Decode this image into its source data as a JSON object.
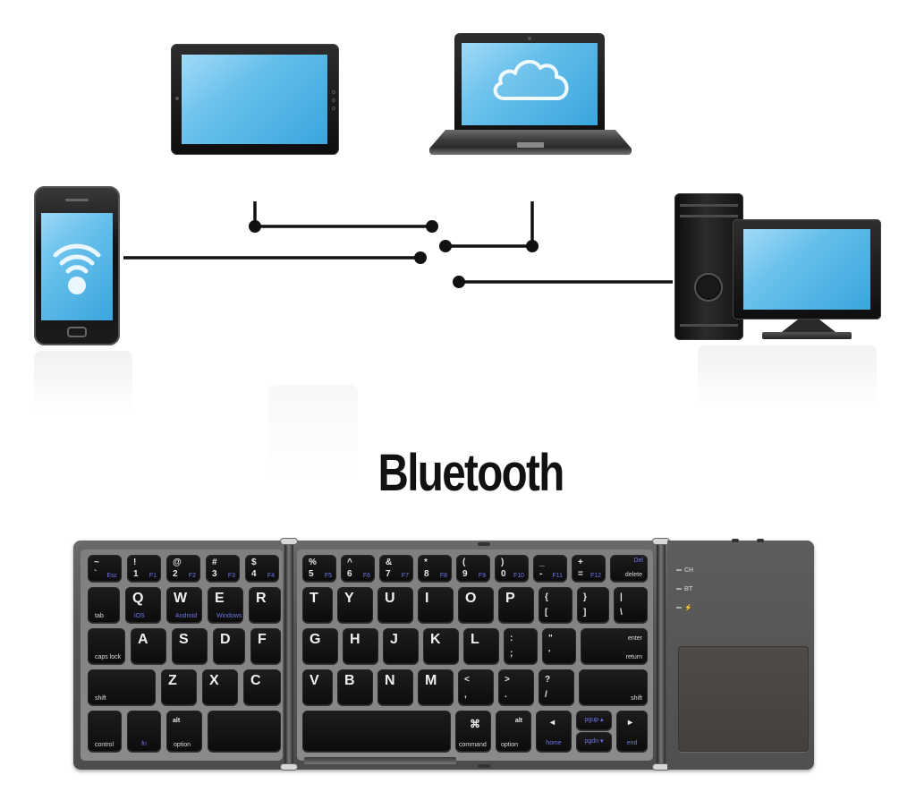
{
  "title": "Bluetooth",
  "colors": {
    "screen_blue": "#62bdea",
    "line_black": "#111111",
    "line_glow": "#2fb3f0",
    "keyboard_body": "#555555",
    "key_color": "#111111",
    "fn_label_blue": "#6f75e8",
    "touchpad": "#47433f"
  },
  "devices": [
    {
      "name": "smartphone",
      "screen_icon": "wifi-icon"
    },
    {
      "name": "tablet",
      "screen_icon": "none"
    },
    {
      "name": "laptop",
      "screen_icon": "cloud-icon"
    },
    {
      "name": "desktop-pc",
      "screen_icon": "none"
    }
  ],
  "keyboard": {
    "left_panel": {
      "row1": [
        {
          "top": "~",
          "bot": "`",
          "fn": "Esc"
        },
        {
          "top": "!",
          "bot": "1",
          "fn": "F1"
        },
        {
          "top": "@",
          "bot": "2",
          "fn": "F2"
        },
        {
          "top": "#",
          "bot": "3",
          "fn": "F3"
        },
        {
          "top": "$",
          "bot": "4",
          "fn": "F4"
        }
      ],
      "row2": [
        {
          "sub": "tab"
        },
        {
          "main": "Q",
          "blue": "iOS"
        },
        {
          "main": "W",
          "blue": "Android"
        },
        {
          "main": "E",
          "blue": "Windows"
        },
        {
          "main": "R"
        }
      ],
      "row3": [
        {
          "sub": "caps lock"
        },
        {
          "main": "A"
        },
        {
          "main": "S"
        },
        {
          "main": "D"
        },
        {
          "main": "F"
        }
      ],
      "row4": [
        {
          "sub": "shift"
        },
        {
          "main": "Z"
        },
        {
          "main": "X"
        },
        {
          "main": "C"
        }
      ],
      "row5": [
        {
          "sub": "control"
        },
        {
          "blue": "fn"
        },
        {
          "top": "alt",
          "sub": "option"
        },
        {
          "main": ""
        }
      ]
    },
    "mid_panel": {
      "row1": [
        {
          "top": "%",
          "bot": "5",
          "fn": "F5"
        },
        {
          "top": "^",
          "bot": "6",
          "fn": "F6"
        },
        {
          "top": "&",
          "bot": "7",
          "fn": "F7"
        },
        {
          "top": "*",
          "bot": "8",
          "fn": "F8"
        },
        {
          "top": "(",
          "bot": "9",
          "fn": "F9"
        },
        {
          "top": ")",
          "bot": "0",
          "fn": "F10"
        },
        {
          "top": "_",
          "bot": "-",
          "fn": "F11"
        },
        {
          "top": "+",
          "bot": "=",
          "fn": "F12"
        },
        {
          "sub_r": "delete",
          "fn": "Del"
        }
      ],
      "row2": [
        {
          "main": "T"
        },
        {
          "main": "Y"
        },
        {
          "main": "U"
        },
        {
          "main": "I"
        },
        {
          "main": "O"
        },
        {
          "main": "P"
        },
        {
          "top": "{",
          "bot": "["
        },
        {
          "top": "}",
          "bot": "]"
        },
        {
          "top": "|",
          "bot": "\\"
        }
      ],
      "row3": [
        {
          "main": "G"
        },
        {
          "main": "H"
        },
        {
          "main": "J"
        },
        {
          "main": "K"
        },
        {
          "main": "L"
        },
        {
          "top": ":",
          "bot": ";"
        },
        {
          "top": "\"",
          "bot": "'"
        },
        {
          "top_r": "enter",
          "sub_r": "return"
        }
      ],
      "row4": [
        {
          "main": "V"
        },
        {
          "main": "B"
        },
        {
          "main": "N"
        },
        {
          "main": "M"
        },
        {
          "top": "<",
          "bot": ","
        },
        {
          "top": ">",
          "bot": "."
        },
        {
          "top": "?",
          "bot": "/"
        },
        {
          "sub_r": "shift"
        }
      ],
      "row5": [
        {
          "main": ""
        },
        {
          "top": "⌘",
          "sub": "command"
        },
        {
          "top": "alt",
          "sub": "option"
        },
        {
          "top": "◂",
          "blue": "home"
        },
        {
          "blue": "pgup ▴"
        },
        {
          "blue": "pgdn ▾"
        },
        {
          "top": "▸",
          "blue": "end"
        }
      ]
    },
    "indicators": [
      {
        "label": "CH"
      },
      {
        "label": "BT"
      },
      {
        "label": "⚡"
      }
    ]
  }
}
